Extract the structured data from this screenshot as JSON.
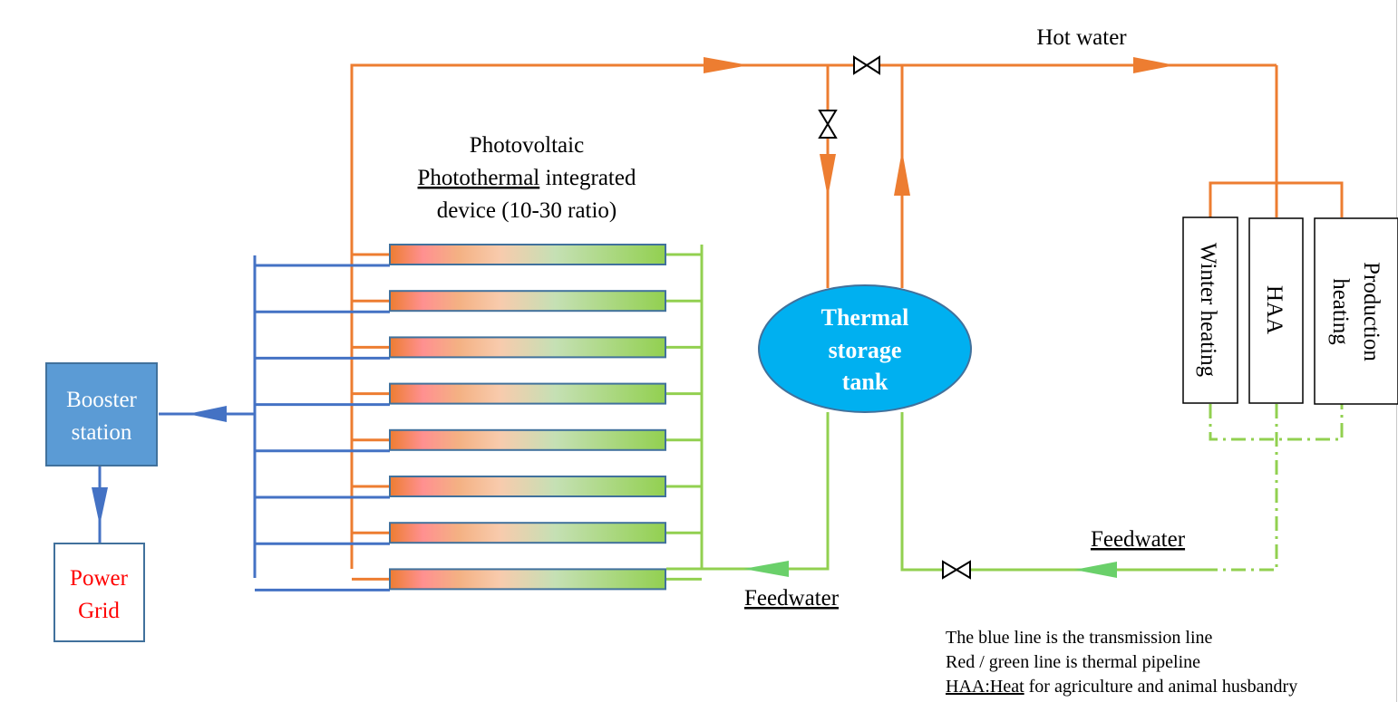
{
  "title_label": {
    "line1": "Photovoltaic",
    "line2": "Photothermal integrated",
    "line3": "device (10-30 ratio)"
  },
  "nodes": {
    "booster": {
      "line1": "Booster",
      "line2": "station"
    },
    "grid": {
      "line1": "Power",
      "line2": "Grid"
    },
    "tank": {
      "line1": "Thermal",
      "line2": "storage",
      "line3": "tank"
    },
    "winter": {
      "label": "Winter heating"
    },
    "haa": {
      "label": "HAA"
    },
    "production": {
      "line1": "Production",
      "line2": "heating"
    }
  },
  "flow_labels": {
    "hot_water": "Hot water",
    "feedwater_left": "Feedwater",
    "feedwater_right": "Feedwater"
  },
  "panels": {
    "count": 8
  },
  "legend": {
    "line1": "The blue line is the transmission line",
    "line2": "Red / green line is thermal pipeline",
    "line3_prefix": "HAA:Heat",
    "line3_rest": " for agriculture and animal husbandry"
  },
  "colors": {
    "transmission_line": "#4472c4",
    "hot_pipe": "#ed7d31",
    "cold_pipe": "#92d050",
    "booster_fill": "#5b9bd5",
    "tank_fill": "#00b0f0",
    "grid_text": "#ff0000",
    "panel_border": "#41719c"
  }
}
